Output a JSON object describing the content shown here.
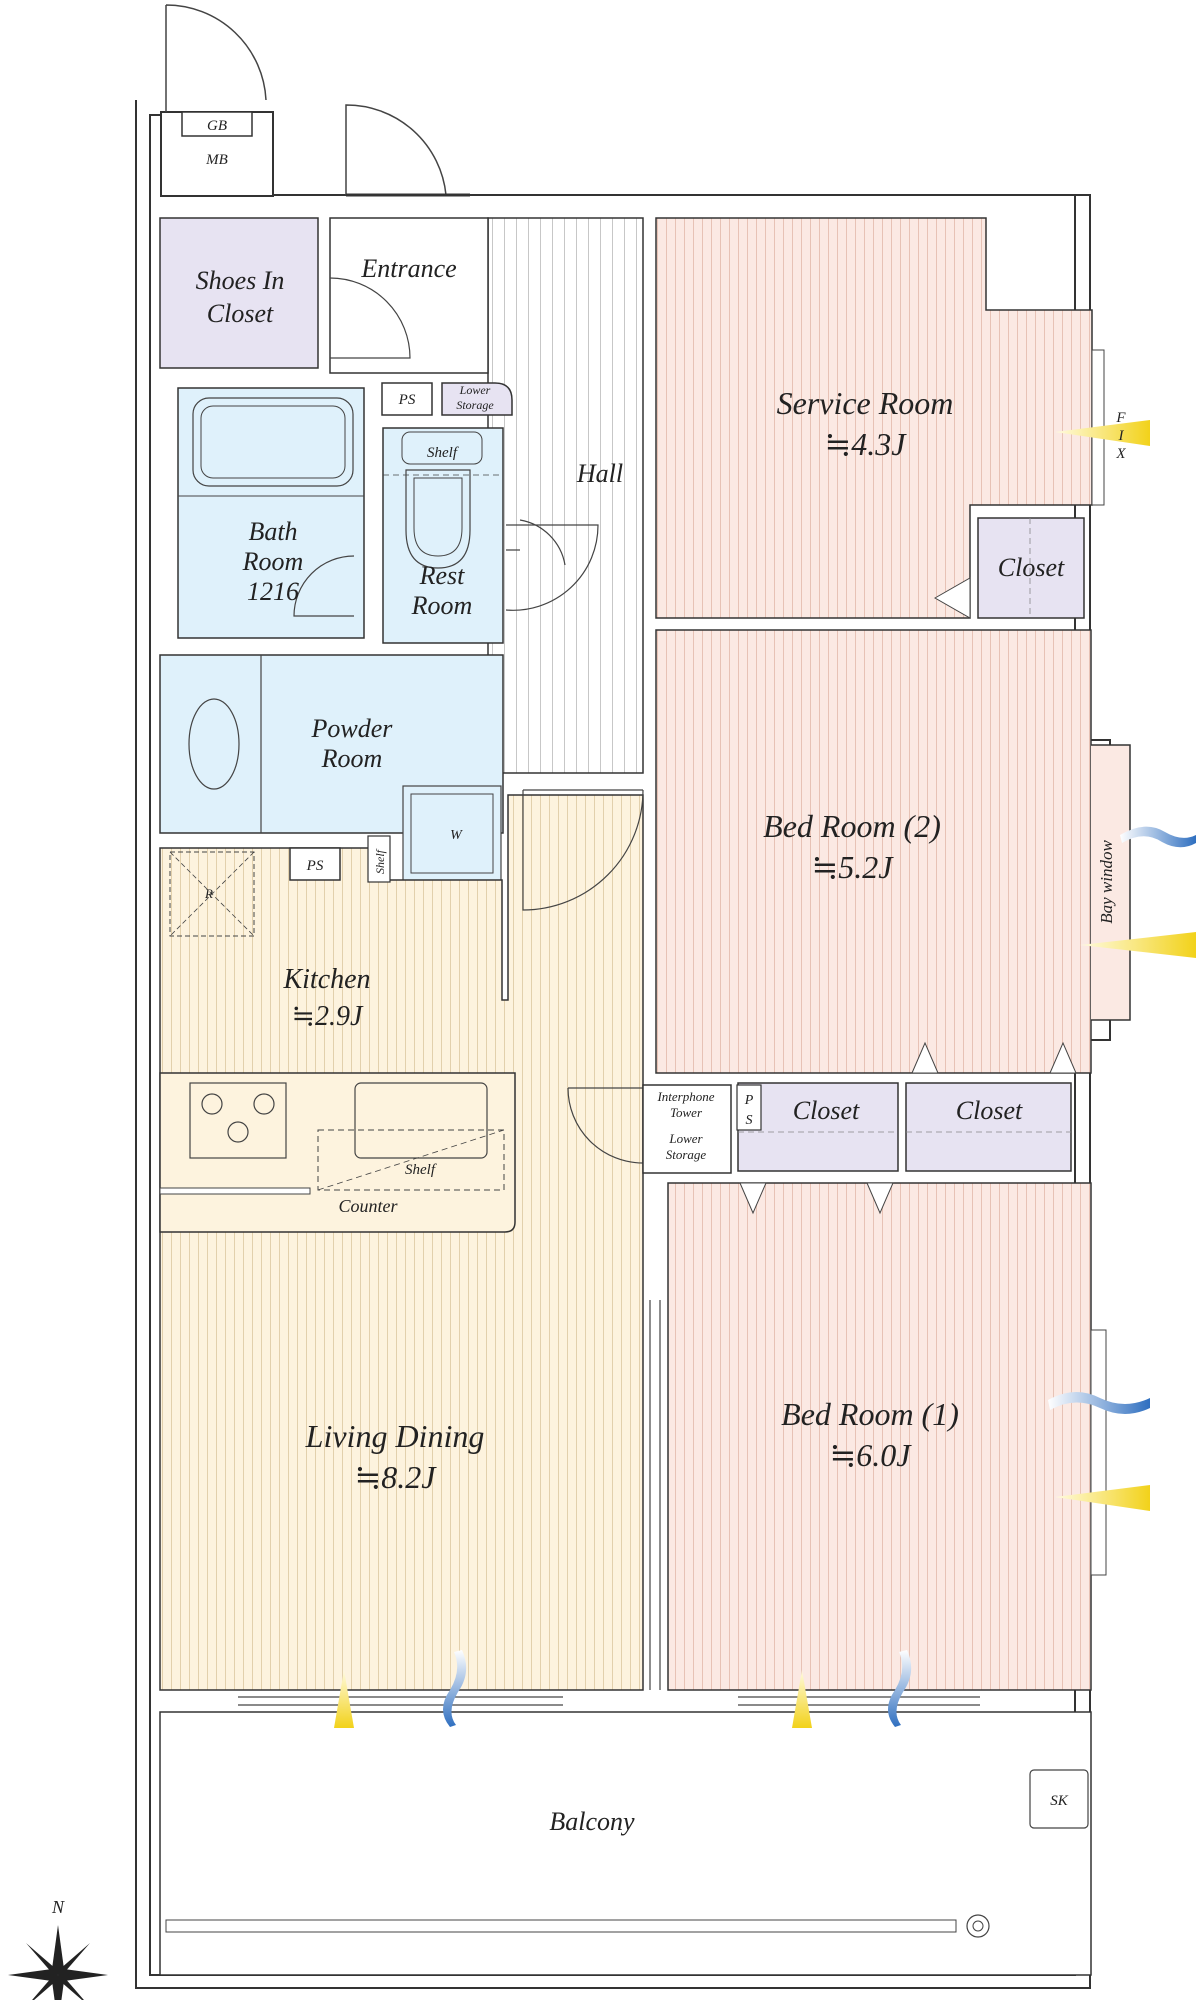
{
  "rooms": {
    "service_room": {
      "name": "Service Room",
      "size": "≒4.3J"
    },
    "bed_room_2": {
      "name": "Bed Room (2)",
      "size": "≒5.2J"
    },
    "bed_room_1": {
      "name": "Bed Room (1)",
      "size": "≒6.0J"
    },
    "kitchen": {
      "name": "Kitchen",
      "size": "≒2.9J"
    },
    "living_dining": {
      "name": "Living Dining",
      "size": "≒8.2J"
    },
    "entrance": "Entrance",
    "hall": "Hall",
    "shoes_in_closet": [
      "Shoes In",
      "Closet"
    ],
    "bath_room": [
      "Bath",
      "Room",
      "1216"
    ],
    "rest_room": [
      "Rest",
      "Room"
    ],
    "powder_room": [
      "Powder",
      "Room"
    ],
    "balcony": "Balcony"
  },
  "labels": {
    "gb": "GB",
    "mb": "MB",
    "ps": "PS",
    "p": "P",
    "s": "S",
    "lower_storage": [
      "Lower",
      "Storage"
    ],
    "shelf": "Shelf",
    "w": "W",
    "r": "R",
    "counter": "Counter",
    "closet": "Closet",
    "interphone_tower": [
      "Interphone",
      "Tower"
    ],
    "bay_window": "Bay window",
    "fix": [
      "F",
      "I",
      "X"
    ],
    "sk": "SK",
    "compass_n": "N"
  },
  "colors": {
    "bedroom_fill": "#fbe9e3",
    "living_fill": "#fdf3de",
    "wet_fill": "#dff1fb",
    "closet_fill": "#e7e3f2",
    "hall_fill": "#ffffff",
    "wall": "#333333",
    "sun_arrow": "#f2d21a",
    "wind_arrow": "#2f6fc0"
  }
}
